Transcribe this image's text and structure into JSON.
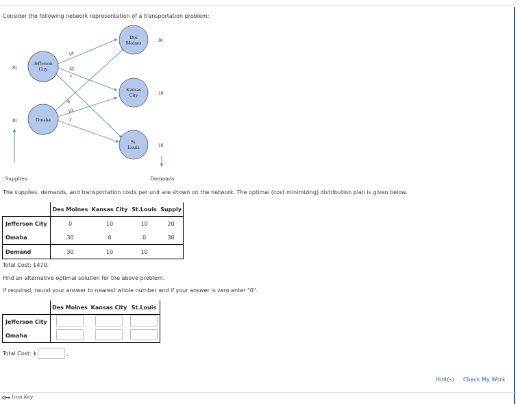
{
  "intro": "Consider the following network representation of a transportation problem:",
  "network": {
    "sources": [
      {
        "name": "Jefferson City",
        "label_lines": [
          "Jefferson",
          "City"
        ],
        "supply": "20"
      },
      {
        "name": "Omaha",
        "label_lines": [
          "Omaha"
        ],
        "supply": "30"
      }
    ],
    "destinations": [
      {
        "name": "Des Moines",
        "label_lines": [
          "Des",
          "Moines"
        ],
        "demand": "30"
      },
      {
        "name": "Kansas City",
        "label_lines": [
          "Kansas",
          "City"
        ],
        "demand": "10"
      },
      {
        "name": "St. Louis",
        "label_lines": [
          "St.",
          "Louis"
        ],
        "demand": "10"
      }
    ],
    "costs": {
      "jc_dm": "14",
      "jc_kc": "16",
      "jc_sl": "7",
      "om_dm": "8",
      "om_kc": "10",
      "om_sl": "5"
    },
    "supplies_label": "Supplies",
    "demands_label": "Demands",
    "colors": {
      "node_fill": "#b3c8ea",
      "node_stroke": "#555555",
      "arc": "#4a90c8"
    }
  },
  "desc": "The supplies, demands, and transportation costs per unit are shown on the network. The optimal (cost minimizing) distribution plan is given below.",
  "table1": {
    "headers": [
      "Des Moines",
      "Kansas City",
      "St.Louis",
      "Supply"
    ],
    "rows": [
      {
        "label": "Jefferson City",
        "cells": [
          "0",
          "10",
          "10",
          "20"
        ]
      },
      {
        "label": "Omaha",
        "cells": [
          "30",
          "0",
          "0",
          "30"
        ]
      },
      {
        "label": "Demand",
        "cells": [
          "30",
          "10",
          "10",
          ""
        ]
      }
    ]
  },
  "total_cost": "Total Cost: $470.",
  "find_text": "Find an alternative optimal solution for the above problem.",
  "round_text": "If required, round your answer to nearest whole number and if your answer is zero enter \"0\".",
  "table2": {
    "headers": [
      "Des Moines",
      "Kansas City",
      "St.Louis"
    ],
    "rows": [
      {
        "label": "Jefferson City"
      },
      {
        "label": "Omaha"
      }
    ]
  },
  "total_cost_input_label": "Total Cost: $",
  "total_cost_suffix": ".",
  "links": {
    "hint": "Hint(s)",
    "check": "Check My Work"
  },
  "icon_key_label": "Icon Key",
  "accent_color": "#1a5ea8"
}
